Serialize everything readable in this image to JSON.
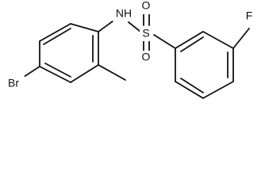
{
  "molecule": {
    "atoms": {
      "br": "Br",
      "nh": "NH",
      "s": "S",
      "o_top": "O",
      "o_bottom": "O",
      "f": "F"
    }
  }
}
